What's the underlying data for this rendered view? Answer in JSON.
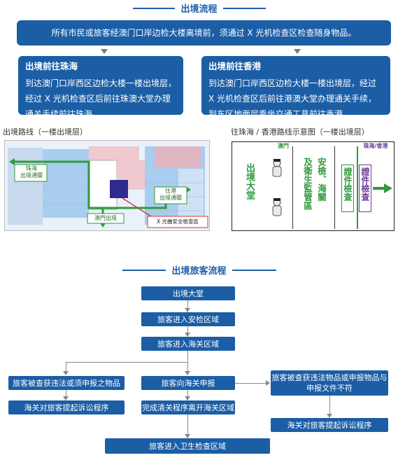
{
  "section1": {
    "title": "出境流程",
    "intro": "所有市民或旅客经澳门口岸边检大楼离境前，须通过 X 光机检查区检查随身物品。",
    "zhuhai": {
      "title": "出境前往珠海",
      "text": "到达澳门口岸西区边检大楼一楼出境层，经过 X 光机检查区后前往珠澳大堂办理通关手续前往珠海。"
    },
    "hongkong": {
      "title": "出境前往香港",
      "text": "到达澳门口岸西区边检大楼一楼出境层，经过 X 光机检查区后前往港澳大堂办理通关手续，到东区地面层乘坐交通工具前往香港。"
    }
  },
  "map": {
    "caption": "出境路线（一楼出境层）",
    "labels": {
      "zhuhai_line1": "珠海",
      "zhuhai_line2": "出境通關",
      "hk_line1": "往港",
      "hk_line2": "出境通關",
      "macau_exit": "澳門出境",
      "xray": "X 光機安全檢查區"
    }
  },
  "diagram": {
    "caption": "往珠海 / 香港路线示意图（一楼出境层）",
    "macau_label": "澳門",
    "zhuhai_hk_label": "珠海/香港",
    "hall": "出境大堂",
    "inspect1": "安檢、海關",
    "inspect2": "及衛生監管區",
    "check1": "證件檢查",
    "check2": "證件檢查"
  },
  "section2": {
    "title": "出境旅客流程",
    "steps": {
      "hall": "出境大堂",
      "security": "旅客进入安检区域",
      "customs": "旅客进入海关区域",
      "left_found": "旅客被查获违法或须申报之物品",
      "left_prosecute": "海关对旅客提起诉讼程序",
      "declare": "旅客向海关申报",
      "complete": "完成清关程序离开海关区域",
      "right_found": "旅客被查获违法物品或申报物品与申报文件不符",
      "right_prosecute": "海关对旅客提起诉讼程序",
      "health": "旅客进入卫生检查区域"
    }
  },
  "colors": {
    "blue": "#1b5ea6",
    "title_blue": "#1f5ea8",
    "green": "#2e9b3c",
    "purple": "#6a3d9a"
  }
}
